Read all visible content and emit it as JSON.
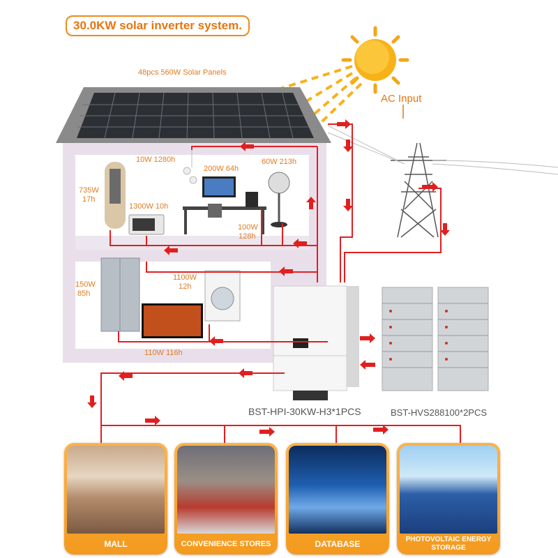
{
  "title": "30.0KW solar inverter system.",
  "labels": {
    "solar_panels": "48pcs 560W Solar Panels",
    "ac_input": "AC Input",
    "inverter": "BST-HPI-30KW-H3*1PCS",
    "battery": "BST-HVS288100*2PCS"
  },
  "loads": {
    "lamp": "10W 1280h",
    "computer": "200W 64h",
    "fan": "60W 213h",
    "air_cond_power": "735W",
    "air_cond_hours": "17h",
    "microwave": "1300W 10h",
    "speaker_power": "100W",
    "speaker_hours": "128h",
    "fridge_power": "150W",
    "fridge_hours": "85h",
    "washer_power": "1100W",
    "washer_hours": "12h",
    "tv": "110W 116h"
  },
  "applications": [
    {
      "name": "MALL"
    },
    {
      "name": "CONVENIENCE STORES"
    },
    {
      "name": "DATABASE"
    },
    {
      "name": "PHOTOVOLTAIC ENERGY STORAGE"
    }
  ],
  "colors": {
    "accent": "#f08a1c",
    "wire": "#e02020",
    "house": "#e8dfea"
  }
}
